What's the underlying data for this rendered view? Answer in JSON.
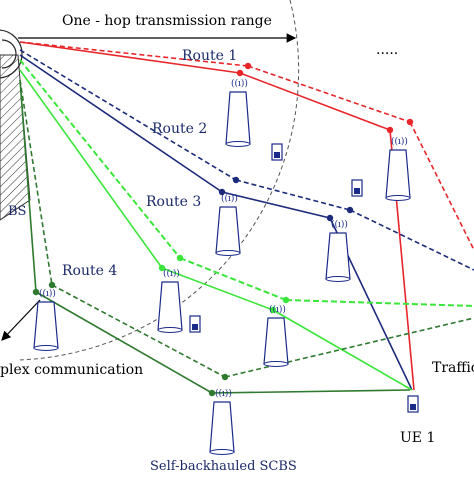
{
  "labels": {
    "range": "One - hop transmission range",
    "route1": "Route 1",
    "route2": "Route 2",
    "route3": "Route 3",
    "route4": "Route 4",
    "dots": ".....",
    "bs": "BS",
    "duplex": "plex communication",
    "traffic": "Traffic",
    "ue": "UE 1",
    "scbs": "Self-backhauled SCBS"
  },
  "colors": {
    "route1": "#e8262a",
    "route2": "#1b2a7a",
    "route3": "#39e639",
    "route4": "#2f7a2f",
    "device": "#1a2a8a",
    "text": "#1a2a6a"
  },
  "icons": [
    "base-station-icon",
    "antenna-signal-icon",
    "mobile-phone-icon"
  ]
}
